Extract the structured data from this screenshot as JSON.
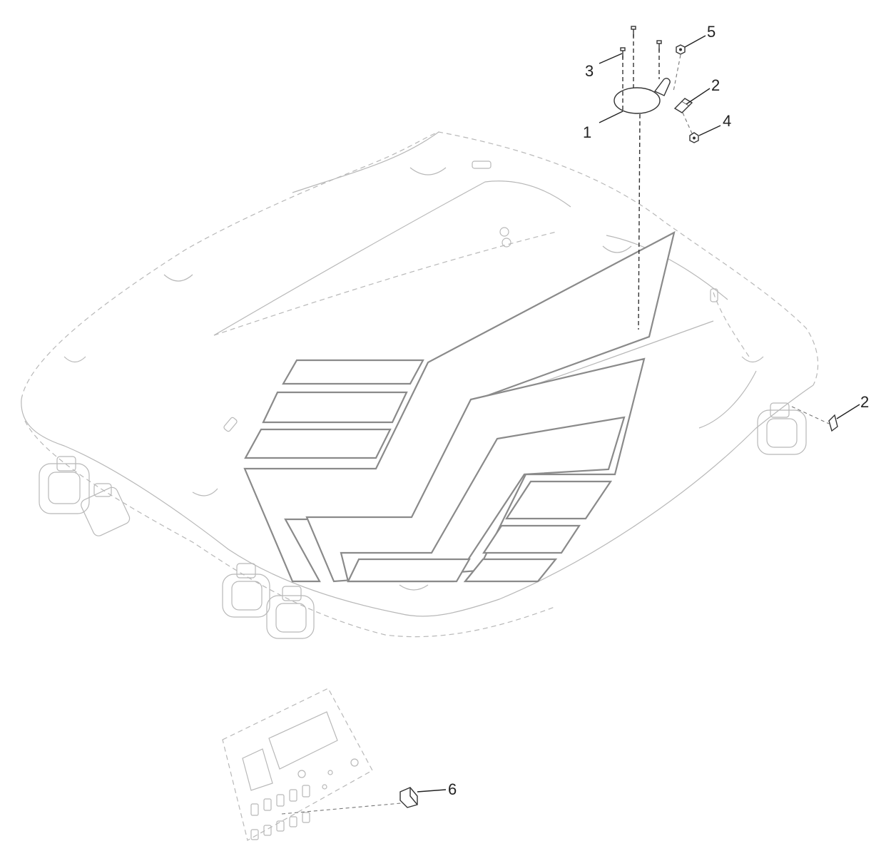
{
  "callouts": [
    {
      "label": "1"
    },
    {
      "label": "2"
    },
    {
      "label": "2"
    },
    {
      "label": "3"
    },
    {
      "label": "4"
    },
    {
      "label": "5"
    },
    {
      "label": "6"
    }
  ]
}
